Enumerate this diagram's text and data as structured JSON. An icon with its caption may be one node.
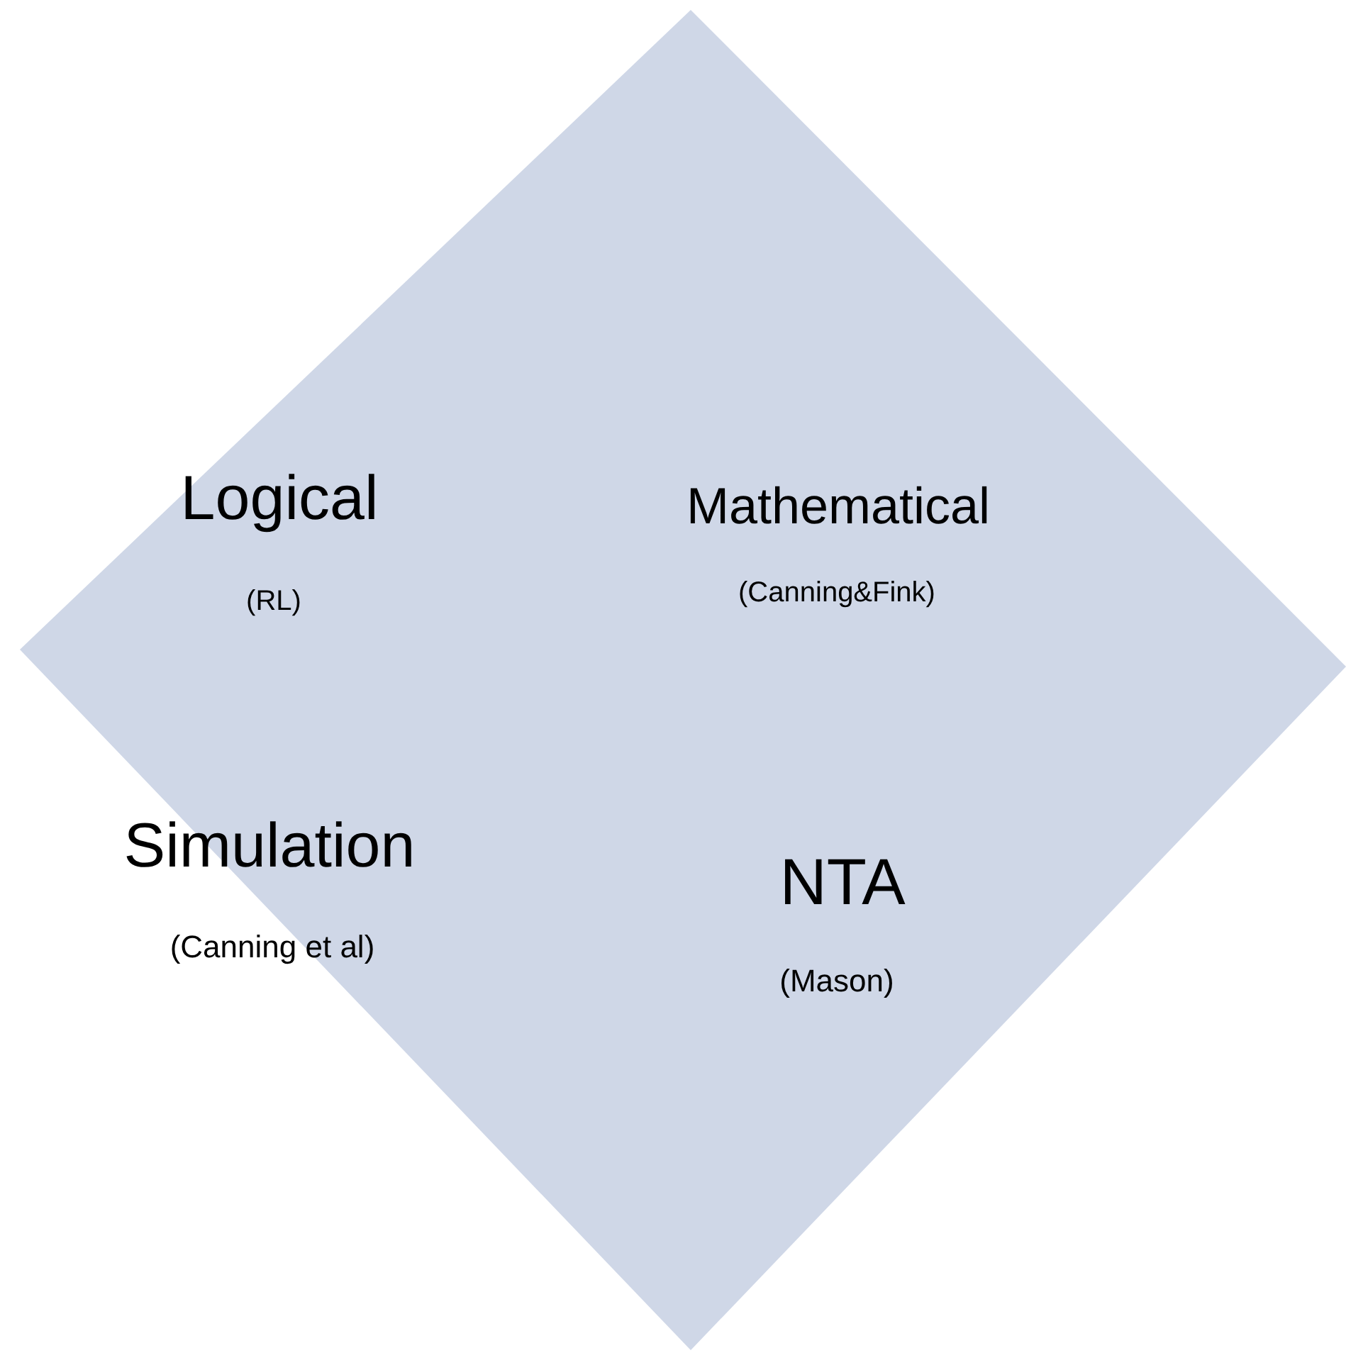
{
  "diagram": {
    "nodes": [
      {
        "text": [
          "Logical",
          "(RL)",
          "Mathematical",
          "(Canning&Fink)",
          "Simulation",
          "(Canning et al)",
          "NTA",
          "(Mason)"
        ]
      }
    ]
  }
}
